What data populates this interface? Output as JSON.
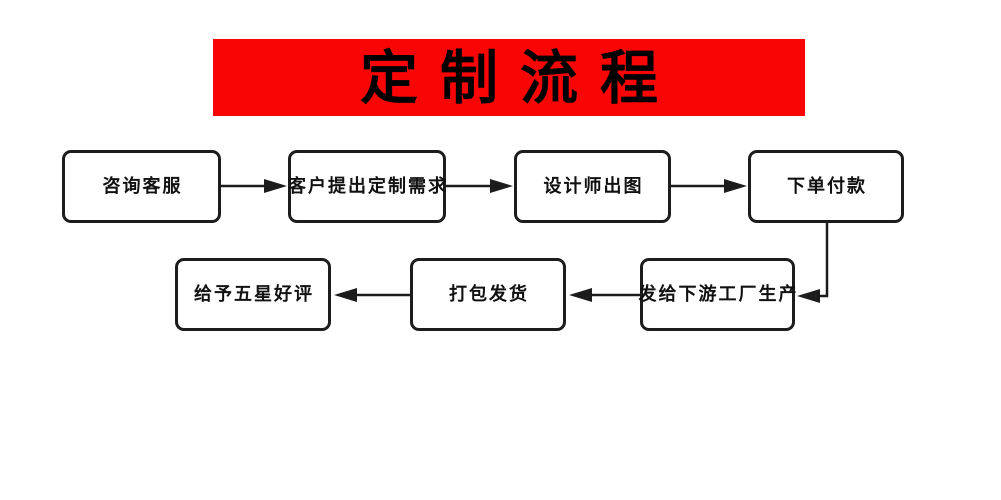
{
  "banner": {
    "title": "定制流程",
    "bg_color": "#fa0505",
    "text_color": "#000000"
  },
  "nodes": [
    {
      "id": "consult",
      "label": "咨询客服"
    },
    {
      "id": "request",
      "label": "客户提出定制需求"
    },
    {
      "id": "design",
      "label": "设计师出图"
    },
    {
      "id": "order",
      "label": "下单付款"
    },
    {
      "id": "factory",
      "label": "发给下游工厂生产"
    },
    {
      "id": "ship",
      "label": "打包发货"
    },
    {
      "id": "review",
      "label": "给予五星好评"
    }
  ],
  "edges": [
    {
      "from": "consult",
      "to": "request"
    },
    {
      "from": "request",
      "to": "design"
    },
    {
      "from": "design",
      "to": "order"
    },
    {
      "from": "order",
      "to": "factory"
    },
    {
      "from": "factory",
      "to": "ship"
    },
    {
      "from": "ship",
      "to": "review"
    }
  ],
  "style_tokens": {
    "node_border_color": "#1c1c1c",
    "node_fill_color": "#ffffff",
    "arrow_color": "#1c1c1c",
    "background_color": "#ffffff"
  }
}
